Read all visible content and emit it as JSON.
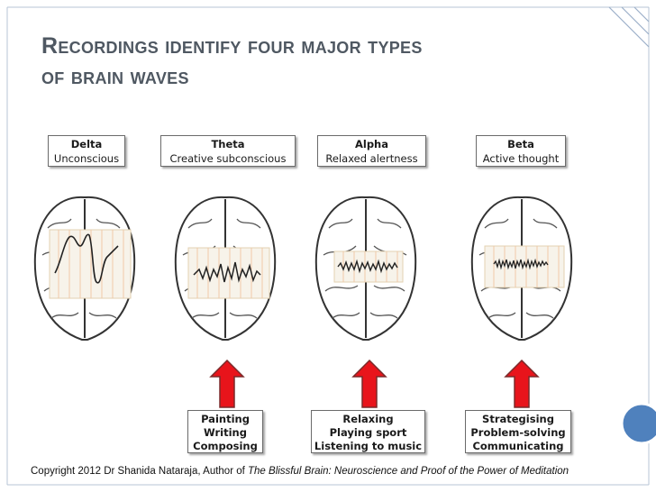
{
  "title": {
    "line1": "Recordings identify four major types",
    "line2": "of brain waves"
  },
  "waves": [
    {
      "name": "Delta",
      "desc": "Unconscious"
    },
    {
      "name": "Theta",
      "desc": "Creative subconscious"
    },
    {
      "name": "Alpha",
      "desc": "Relaxed alertness"
    },
    {
      "name": "Beta",
      "desc": "Active thought"
    }
  ],
  "activities": [
    {
      "lines": [
        "Painting",
        "Writing",
        "Composing"
      ]
    },
    {
      "lines": [
        "Relaxing",
        "Playing sport",
        "Listening to music"
      ]
    },
    {
      "lines": [
        "Strategising",
        "Problem-solving",
        "Communicating"
      ]
    }
  ],
  "copyright": {
    "prefix": "Copyright 2012  Dr Shanida Nataraja, Author of ",
    "book": "The Blissful Brain: Neuroscience and Proof of the Power of Meditation"
  },
  "colors": {
    "accent_blue": "#4f81bd",
    "arrow_red": "#e8141b",
    "title_gray": "#4f5862"
  }
}
